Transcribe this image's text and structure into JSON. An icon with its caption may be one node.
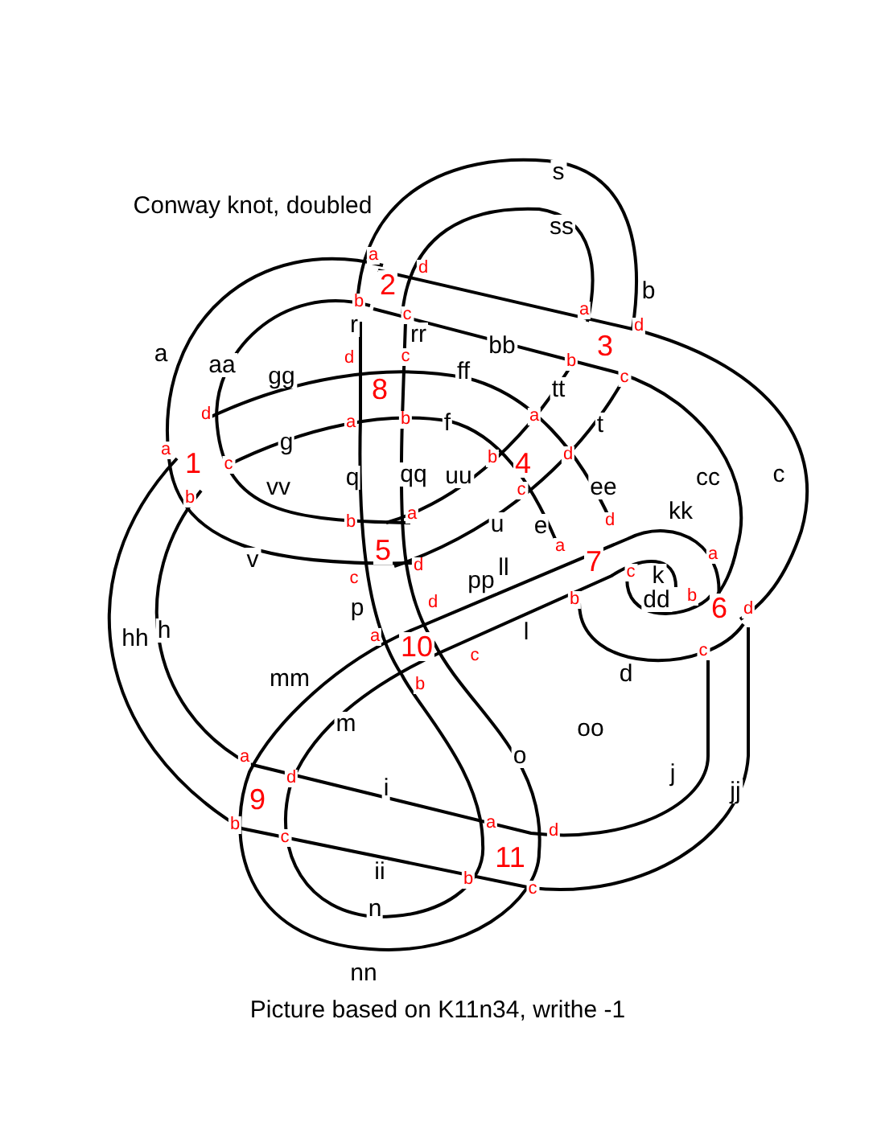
{
  "diagram": {
    "title": "Conway knot, doubled",
    "caption": "Picture based on K11n34, writhe -1",
    "labels": [
      "s",
      "ss",
      "a",
      "d",
      "2",
      "b",
      "b",
      "c",
      "a",
      "d",
      "r",
      "rr",
      "3",
      "bb",
      "d",
      "c",
      "a",
      "aa",
      "gg",
      "ff",
      "c",
      "b",
      "8",
      "tt",
      "d",
      "a",
      "b",
      "f",
      "a",
      "t",
      "g",
      "a",
      "1",
      "c",
      "b",
      "4",
      "d",
      "q",
      "qq",
      "uu",
      "cc",
      "c",
      "vv",
      "ee",
      "c",
      "b",
      "kk",
      "a",
      "b",
      "u",
      "e",
      "d",
      "a",
      "5",
      "a",
      "v",
      "7",
      "d",
      "ll",
      "c",
      "k",
      "c",
      "pp",
      "b",
      "dd",
      "b",
      "d",
      "p",
      "6",
      "d",
      "h",
      "l",
      "a",
      "hh",
      "10",
      "c",
      "c",
      "d",
      "mm",
      "b",
      "m",
      "oo",
      "o",
      "a",
      "j",
      "d",
      "i",
      "jj",
      "9",
      "a",
      "b",
      "d",
      "c",
      "11",
      "ii",
      "b",
      "c",
      "n",
      "nn"
    ]
  }
}
